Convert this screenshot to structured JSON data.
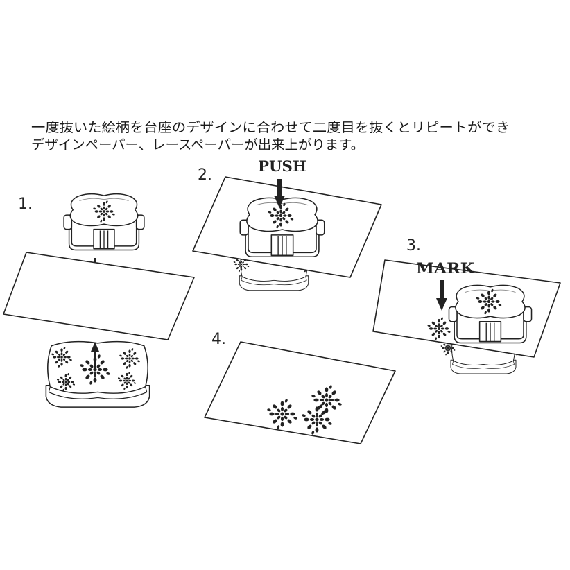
{
  "instructions": {
    "line1": "一度抜いた絵柄を台座のデザインに合わせて二度目を抜くとリピートができ",
    "line2": "デザインペーパー、レースペーパーが出来上がります。"
  },
  "steps": {
    "s1": "1.",
    "s2": "2.",
    "s3": "3.",
    "s4": "4."
  },
  "callouts": {
    "push": "PUSH",
    "mark": "MARK"
  },
  "icons": {
    "punch": "craft-punch-icon",
    "base": "punch-base-icon",
    "motif": "lace-flower-motif-icon",
    "arrow": "arrow-icon"
  }
}
